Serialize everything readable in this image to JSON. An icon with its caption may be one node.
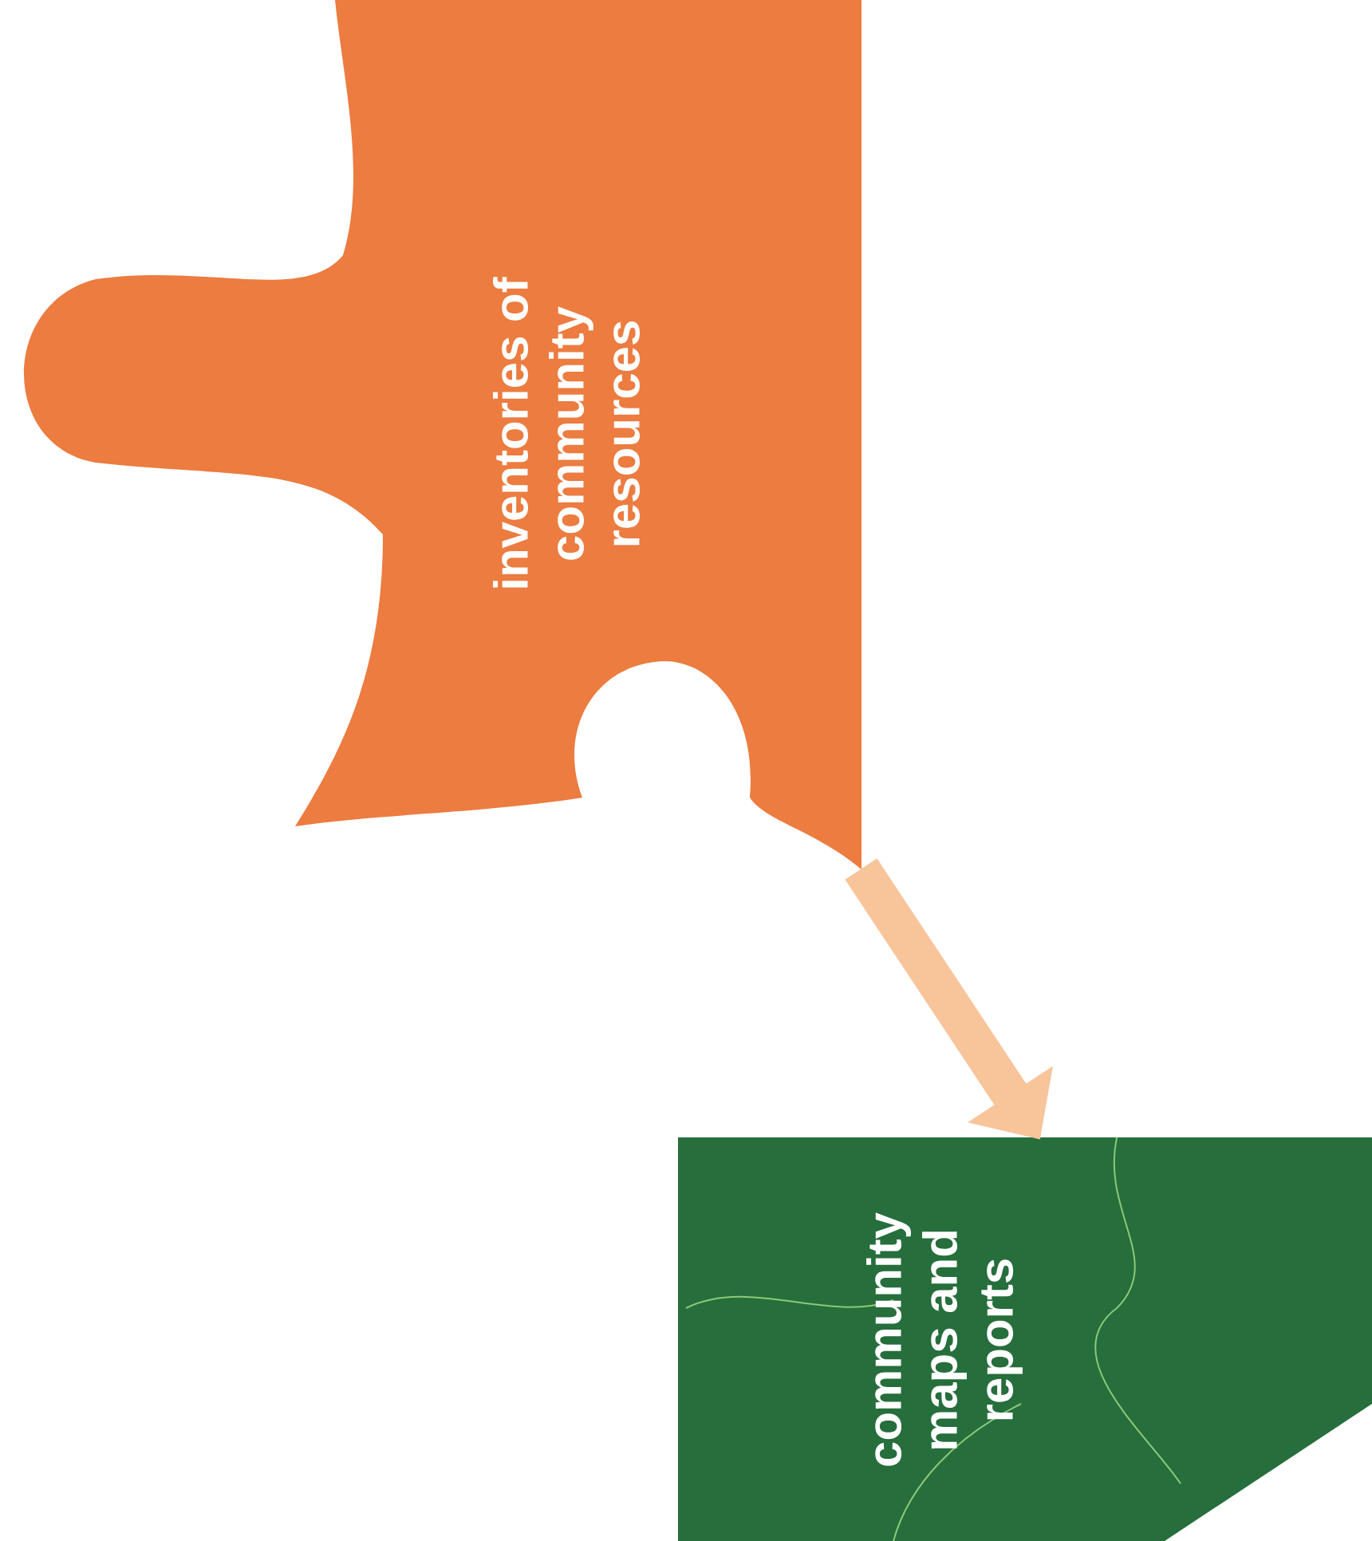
{
  "diagram": {
    "nodes": [
      {
        "text": [
          "inventories of community resources"
        ]
      },
      {
        "text": [
          "community maps and reports"
        ]
      }
    ],
    "edges": [
      {
        "from": 0,
        "to": 1,
        "arrow": "to"
      }
    ]
  }
}
